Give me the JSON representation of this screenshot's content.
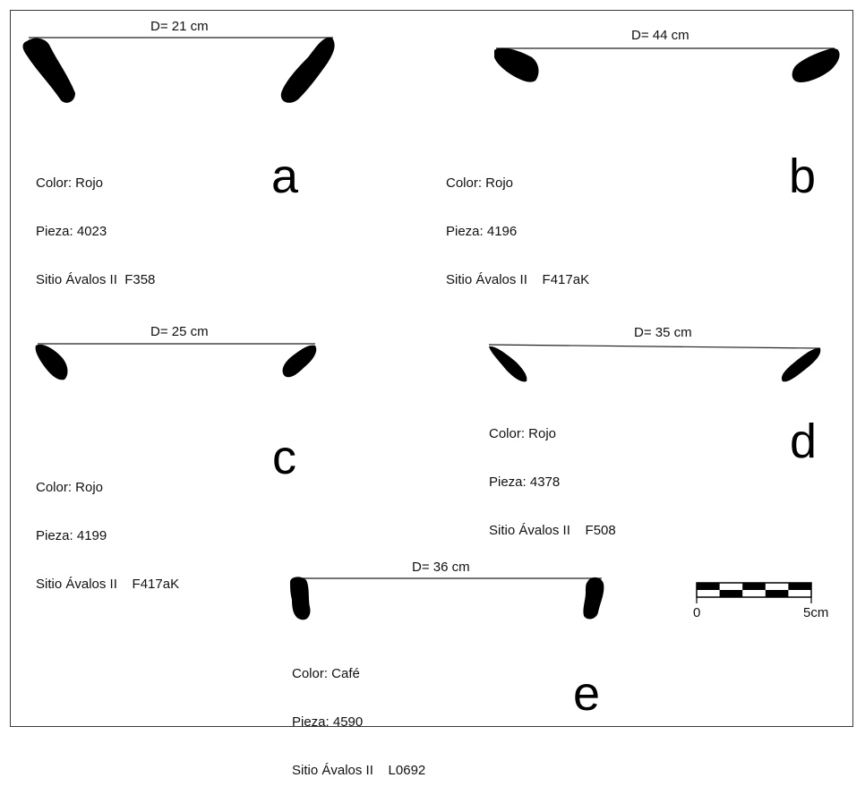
{
  "panels": [
    {
      "letter": "a",
      "diameter": "D= 21 cm",
      "color": "Color: Rojo",
      "pieza": "Pieza: 4023",
      "sitio": "Sitio Ávalos II  F358"
    },
    {
      "letter": "b",
      "diameter": "D= 44 cm",
      "color": "Color: Rojo",
      "pieza": "Pieza: 4196",
      "sitio": "Sitio Ávalos II    F417aK"
    },
    {
      "letter": "c",
      "diameter": "D= 25 cm",
      "color": "Color: Rojo",
      "pieza": "Pieza: 4199",
      "sitio": "Sitio Ávalos II    F417aK"
    },
    {
      "letter": "d",
      "diameter": "D= 35 cm",
      "color": "Color: Rojo",
      "pieza": "Pieza: 4378",
      "sitio": "Sitio Ávalos II    F508"
    },
    {
      "letter": "e",
      "diameter": "D= 36 cm",
      "color": "Color: Café",
      "pieza": "Pieza: 4590",
      "sitio": "Sitio Ávalos II    L0692"
    }
  ],
  "scale_bar": {
    "start_label": "0",
    "end_label": "5cm"
  },
  "colors": {
    "sherd": "#000000",
    "line": "#222222",
    "frame": "#3a3a3a"
  }
}
